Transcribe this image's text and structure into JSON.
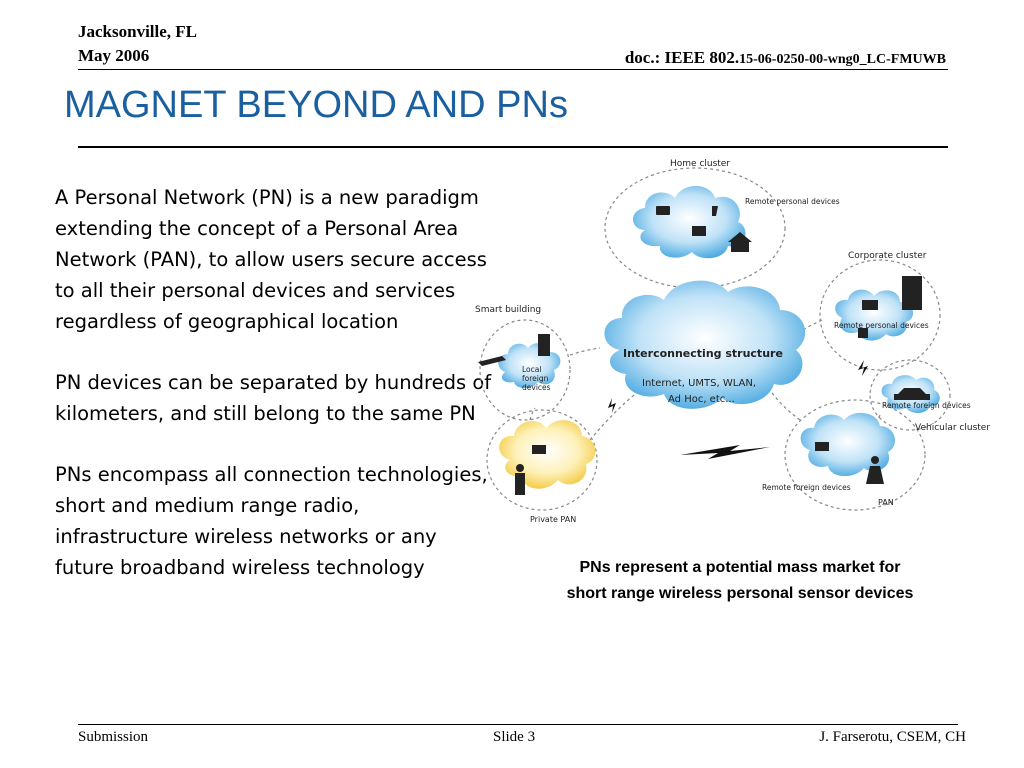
{
  "header": {
    "location": "Jacksonville, FL",
    "date": "May 2006",
    "doc_prefix": "doc.: IEEE 802.",
    "doc_suffix": "15-06-0250-00-wng0_LC-FMUWB"
  },
  "title": "MAGNET BEYOND AND PNs",
  "paragraphs": [
    "A Personal Network (PN) is a new paradigm extending the concept of a Personal Area Network (PAN), to allow users secure access to all their personal devices and services regardless of geographical location",
    "PN devices can be separated by hundreds of kilometers, and still belong to the same PN",
    "PNs encompass all connection technologies, short and medium range radio, infrastructure wireless networks or any future broadband wireless technology"
  ],
  "diagram": {
    "home_cluster": "Home cluster",
    "remote_personal_devices_home": "Remote personal devices",
    "corporate_cluster": "Corporate cluster",
    "remote_personal_devices_corp": "Remote personal devices",
    "smart_building": "Smart building",
    "local_foreign_1": "Local",
    "local_foreign_2": "foreign",
    "local_foreign_3": "devices",
    "interconnecting": "Interconnecting structure",
    "internet_line1": "Internet, UMTS, WLAN,",
    "internet_line2": "Ad Hoc, etc...",
    "remote_foreign_vehicular": "Remote foreign devices",
    "vehicular_cluster": "Vehicular cluster",
    "remote_foreign_pan": "Remote foreign devices",
    "pan": "PAN",
    "private_pan": "Private PAN"
  },
  "caption_line1": "PNs represent a potential mass market for",
  "caption_line2": "short range wireless personal sensor devices",
  "footer": {
    "left": "Submission",
    "center": "Slide 3",
    "right": "J. Farserotu, CSEM, CH"
  }
}
